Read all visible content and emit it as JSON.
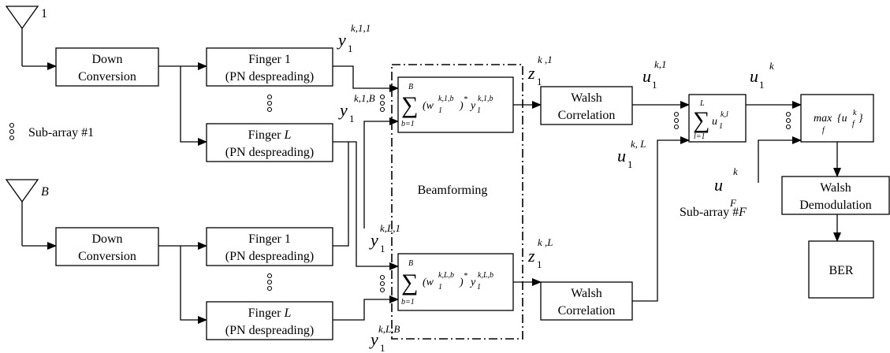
{
  "antennas": [
    {
      "label": "1"
    },
    {
      "label": "B"
    }
  ],
  "boxes": {
    "down_conversion": [
      "Down",
      "Conversion"
    ],
    "finger1": [
      "Finger 1",
      "(PN despreading)"
    ],
    "fingerL_line1": "Finger ",
    "fingerL_var": "L",
    "fingerL_line2": "(PN despreading)",
    "walsh_correlation": [
      "Walsh",
      "Correlation"
    ],
    "walsh_demodulation": [
      "Walsh",
      "Demodulation"
    ],
    "ber": "BER",
    "beamforming": "Beamforming"
  },
  "side_labels": {
    "sub_array_1": "Sub-array #1",
    "sub_array_F_prefix": "Sub-array #",
    "sub_array_F_var": "F"
  },
  "signals": {
    "y": "y",
    "y_sub": "1",
    "y11_sup": "k,1,1",
    "y1B_sup": "k,1,B",
    "yL1_sup": "k,L,1",
    "yLB_sup": "k,L,B",
    "z": "z",
    "z_sub": "1",
    "z1_sup": "k ,1",
    "zL_sup": "k ,L",
    "u": "u",
    "u_sub": "1",
    "u1_sup": "k,1",
    "uL_sup": "k, L",
    "u_out_sup": "k",
    "uF_sub": "F",
    "uF_sup": "k"
  },
  "formulas": {
    "sum_b_top": "B",
    "sum_b_bottom": "b=1",
    "sum_l_top": "L",
    "sum_l_bottom": "l=1",
    "sigma": "∑",
    "bf1_expr": "(w₁ᵏ'¹'ᵇ)* y₁ᵏ'¹'ᵇ",
    "w": "(w",
    "w_close": ")",
    "star": "*",
    "y_in": "y",
    "bf_sub": "1",
    "bf1_sup": "k,1,b",
    "bfL_sup": "k,L,b",
    "comb_u": "u",
    "comb_sub": "1",
    "comb_sup": "k,l",
    "max": "max",
    "max_sub": "f",
    "max_brace_open": "{u",
    "max_brace_sub": "f",
    "max_brace_sup": "k",
    "max_brace_close": "}"
  }
}
